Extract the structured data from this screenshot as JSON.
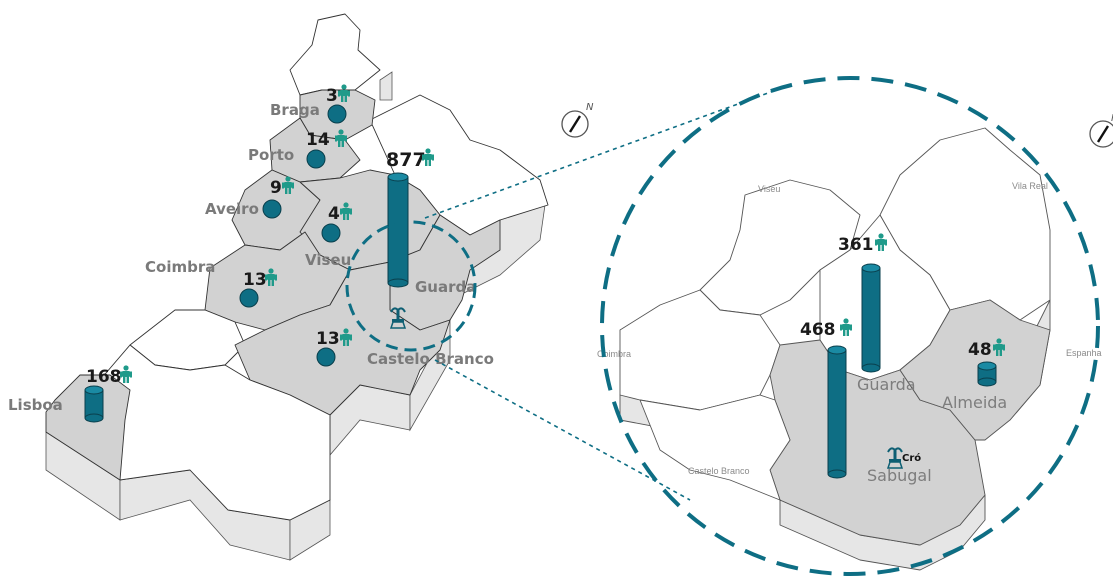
{
  "main_map": {
    "regions": [
      {
        "label": "Braga",
        "count": "3"
      },
      {
        "label": "Porto",
        "count": "14"
      },
      {
        "label": "Aveiro",
        "count": "9"
      },
      {
        "label": "Viseu",
        "count": "4"
      },
      {
        "label": "Coimbra",
        "count": "13"
      },
      {
        "label": "Guarda",
        "count": "877"
      },
      {
        "label": "Castelo Branco",
        "count": "13"
      },
      {
        "label": "Lisboa",
        "count": "168"
      }
    ]
  },
  "zoom_map": {
    "labels": {
      "viseu": "Viseu",
      "vila_real": "Vila Real",
      "coimbra": "Coimbra",
      "castelo_branco": "Castelo Branco",
      "espanha": "Espanha"
    },
    "municipalities": [
      {
        "label": "Guarda",
        "count": "361"
      },
      {
        "label": "Sabugal",
        "count": "468"
      },
      {
        "label": "Almeida",
        "count": "48"
      }
    ],
    "site_label": "Cró"
  },
  "colors": {
    "teal": "#0e6e84",
    "person": "#1f9a8a",
    "region_fill": "#d2d2d2",
    "side_fill": "#e6e6e6"
  },
  "icons": [
    "person-icon",
    "compass-icon",
    "fountain-icon",
    "cylinder-marker"
  ]
}
